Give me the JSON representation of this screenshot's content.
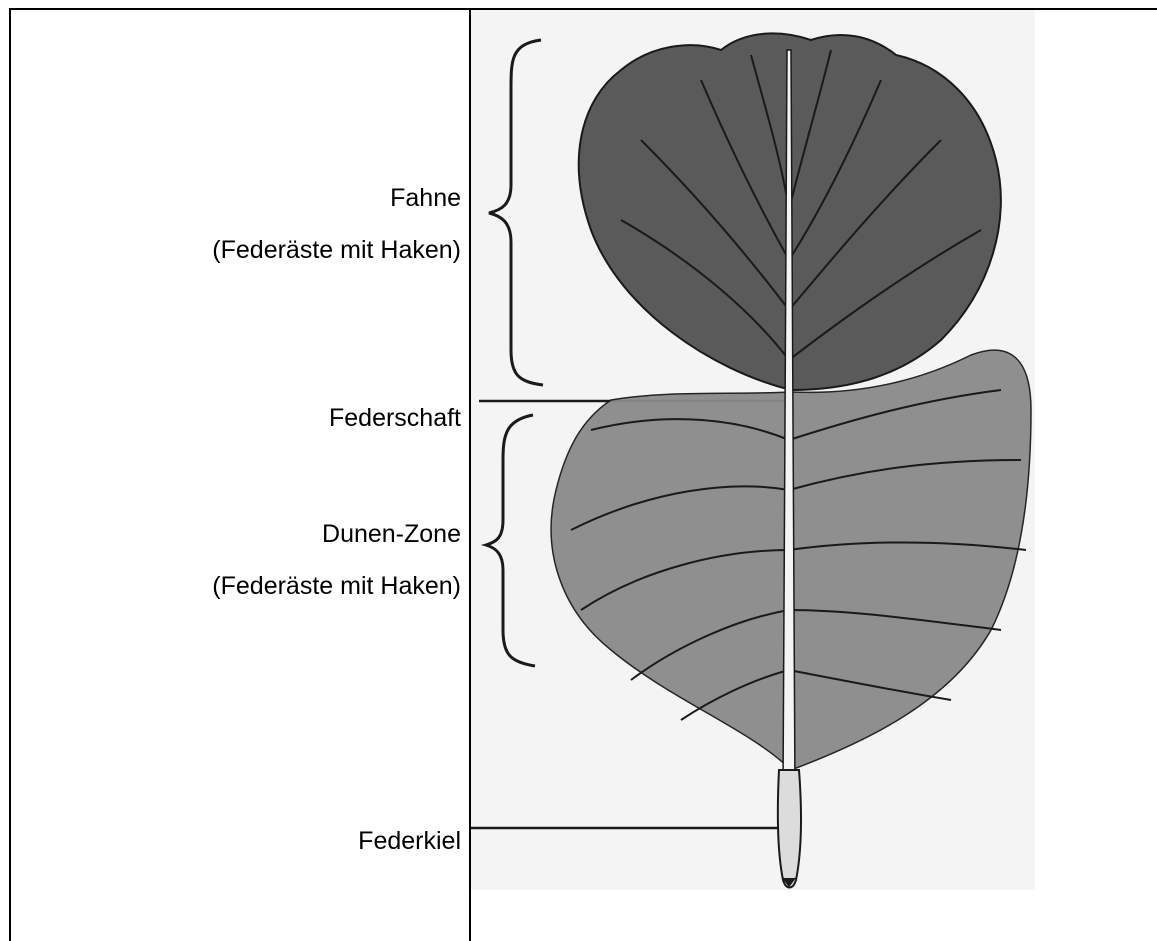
{
  "labels": {
    "fahne": "Fahne",
    "fahne_sub": "(Federäste mit Haken)",
    "federschaft": "Federschaft",
    "dunen": "Dunen-Zone",
    "dunen_sub": "(Federäste mit Haken)",
    "federkiel": "Federkiel"
  },
  "colors": {
    "ink": "#1a1a1a",
    "paper": "#ffffff",
    "paper_tint": "#f1f1f1"
  }
}
